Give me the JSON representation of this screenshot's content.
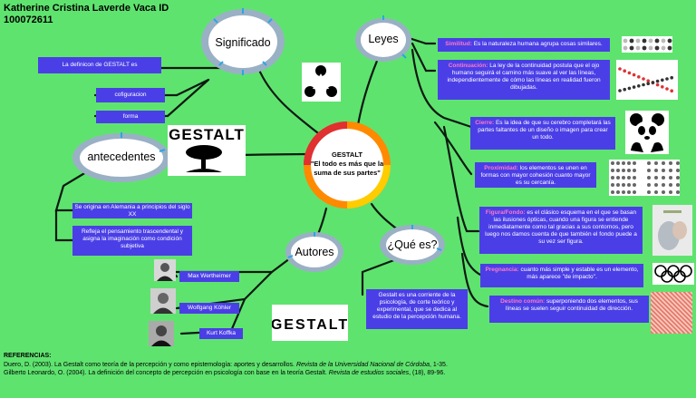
{
  "header": {
    "author": "Katherine Cristina Laverde Vaca ID",
    "id": "100072611"
  },
  "center": {
    "title": "GESTALT",
    "subtitle": "\"El todo es más que la suma de sus partes\""
  },
  "nodes": {
    "significado": "Significado",
    "leyes": "Leyes",
    "antecedentes": "antecedentes",
    "autores": "Autores",
    "que_es": "¿Qué es?"
  },
  "significado": {
    "definicion": "La definicon de GESTALT es",
    "configuracion": "cofiguracion",
    "forma": "forma"
  },
  "leyes": {
    "similitud": {
      "term": "Similitud:",
      "text": "Es la naturaleza humana agrupa cosas similares."
    },
    "continuacion": {
      "term": "Continuación:",
      "text": "La ley de la continuidad postula que el ojo humano seguirá el camino más suave al ver las líneas, independientemente de cómo las líneas en realidad fueron dibujadas."
    },
    "cierre": {
      "term": "Cierre:",
      "text": "Es la idea de que su cerebro completará las partes faltantes de un diseño o imagen para crear un todo."
    },
    "proximidad": {
      "term": "Proximidad:",
      "text": "los elementos se unen en formas con mayor cohesión cuanto mayor es su cercanía."
    },
    "figura_fondo": {
      "term": "Figura/Fondo:",
      "text": "es el clásico esquema en el que se basan las ilusiones ópticas, cuando una figura se entiende inmediatamente como tal gracias a sus contornos, pero luego nos damos cuenta de que también el fondo puede a su vez ser figura."
    },
    "pregnancia": {
      "term": "Pregnancia:",
      "text": "cuanto más simple y estable es un elemento, más aparece \"de impacto\"."
    },
    "destino_comun": {
      "term": "Destino común:",
      "text": "superponiendo dos elementos, sus líneas se suelen seguir continuidad de dirección."
    }
  },
  "antecedentes": {
    "origen": "Se origina en Alemania a principios del siglo XX",
    "pensamiento": "Refleja el pensamiento trascendental y asigna la imaginación como condición subjetiva"
  },
  "autores": [
    "Max Wertheimer",
    "Wolfgang Köhler",
    "Kurt Koffka"
  ],
  "que_es": {
    "definicion": "Gestalt es una corriente de la psicología, de corte teórico y experimental, que se dedica al estudio de la percepción humana."
  },
  "logos": {
    "tree_text": "GESTALT",
    "word_text": "GESTALT"
  },
  "referencias": {
    "heading": "REFERENCIAS:",
    "items": [
      {
        "text": "Duero, D. (2003). La Gestalt como teoría de la percepción y como epistemología: aportes y desarrollos. ",
        "source": "Revista de la Universidad Nacional de Córdoba",
        "tail": ", 1-35."
      },
      {
        "text": "Gilberto Leonardo, O. (2004). La definición del concepto de percepción en psicología con base en la teoría Gestalt. ",
        "source": "Revista de estudios sociales",
        "tail": ", (18), 89-96."
      }
    ]
  }
}
